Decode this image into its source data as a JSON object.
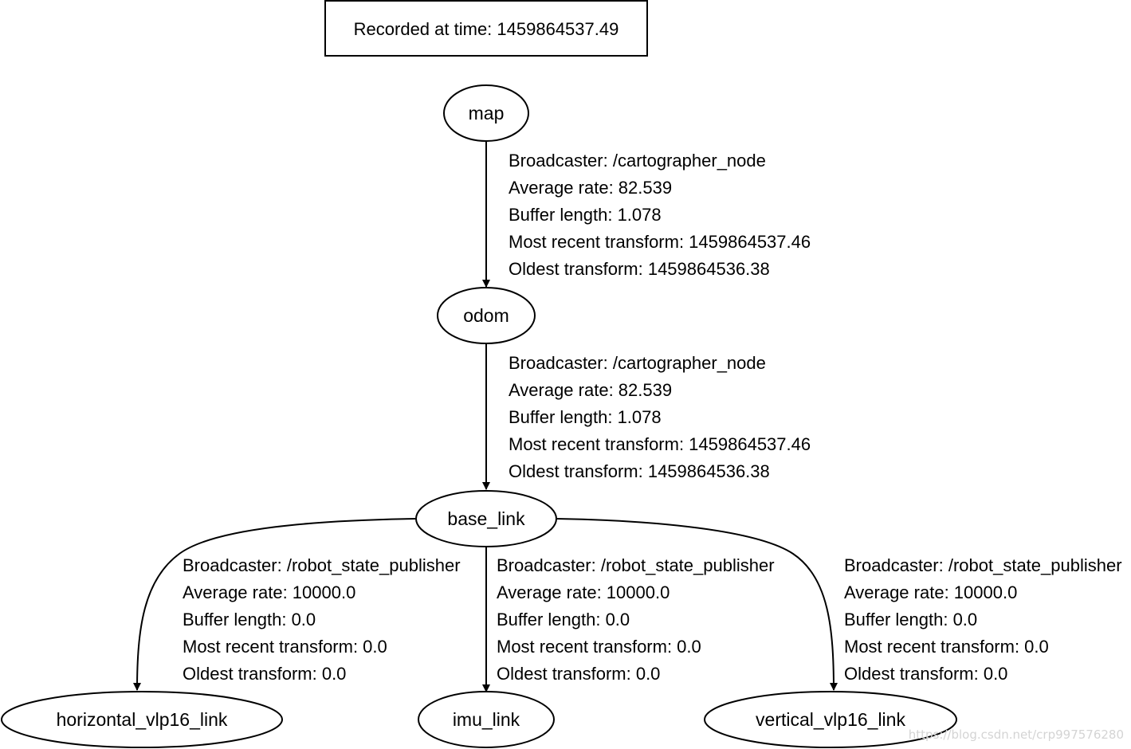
{
  "header": {
    "recorded": "Recorded at time: 1459864537.49"
  },
  "nodes": {
    "map": "map",
    "odom": "odom",
    "base_link": "base_link",
    "horizontal": "horizontal_vlp16_link",
    "imu": "imu_link",
    "vertical": "vertical_vlp16_link"
  },
  "edges": {
    "map_odom": {
      "broadcaster": "Broadcaster: /cartographer_node",
      "rate": "Average rate: 82.539",
      "buffer": "Buffer length: 1.078",
      "recent": "Most recent transform: 1459864537.46",
      "oldest": "Oldest transform: 1459864536.38"
    },
    "odom_base": {
      "broadcaster": "Broadcaster: /cartographer_node",
      "rate": "Average rate: 82.539",
      "buffer": "Buffer length: 1.078",
      "recent": "Most recent transform: 1459864537.46",
      "oldest": "Oldest transform: 1459864536.38"
    },
    "base_horizontal": {
      "broadcaster": "Broadcaster: /robot_state_publisher",
      "rate": "Average rate: 10000.0",
      "buffer": "Buffer length: 0.0",
      "recent": "Most recent transform: 0.0",
      "oldest": "Oldest transform: 0.0"
    },
    "base_imu": {
      "broadcaster": "Broadcaster: /robot_state_publisher",
      "rate": "Average rate: 10000.0",
      "buffer": "Buffer length: 0.0",
      "recent": "Most recent transform: 0.0",
      "oldest": "Oldest transform: 0.0"
    },
    "base_vertical": {
      "broadcaster": "Broadcaster: /robot_state_publisher",
      "rate": "Average rate: 10000.0",
      "buffer": "Buffer length: 0.0",
      "recent": "Most recent transform: 0.0",
      "oldest": "Oldest transform: 0.0"
    }
  },
  "watermark": "https://blog.csdn.net/crp997576280"
}
